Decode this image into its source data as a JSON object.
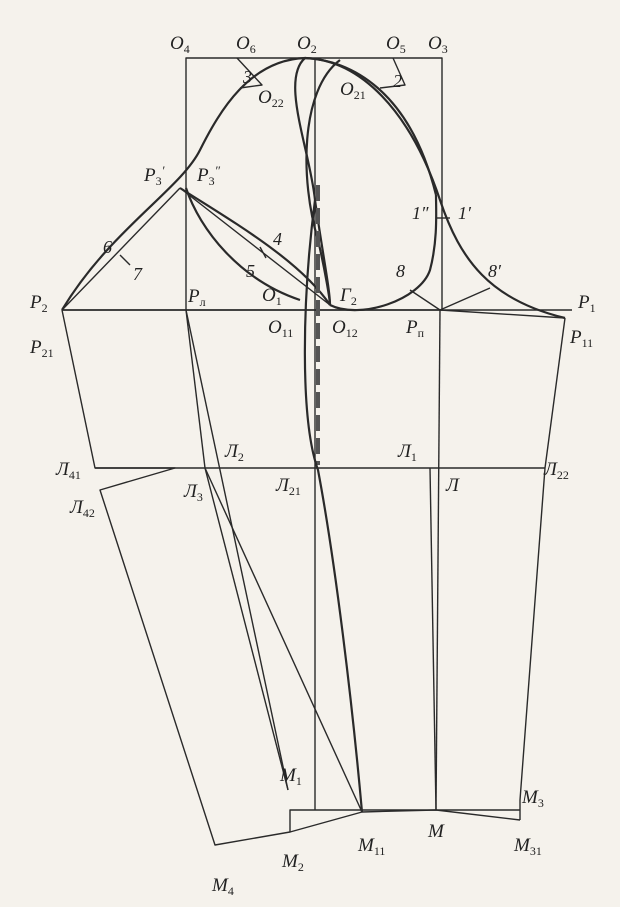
{
  "points": {
    "O4": {
      "base": "O",
      "sub": "4"
    },
    "O6": {
      "base": "O",
      "sub": "6"
    },
    "O2": {
      "base": "O",
      "sub": "2"
    },
    "O5": {
      "base": "O",
      "sub": "5"
    },
    "O3": {
      "base": "O",
      "sub": "3"
    },
    "O22": {
      "base": "O",
      "sub": "22"
    },
    "O21": {
      "base": "O",
      "sub": "21"
    },
    "P3p": {
      "base": "P",
      "sub": "3",
      "sup": "′"
    },
    "P3pp": {
      "base": "P",
      "sub": "3",
      "sup": "″"
    },
    "P2": {
      "base": "P",
      "sub": "2"
    },
    "Pl": {
      "base": "P",
      "sub": "л"
    },
    "O1": {
      "base": "O",
      "sub": "1"
    },
    "G2": {
      "base": "Г",
      "sub": "2"
    },
    "O11": {
      "base": "O",
      "sub": "11"
    },
    "O12": {
      "base": "O",
      "sub": "12"
    },
    "Pp": {
      "base": "P",
      "sub": "п"
    },
    "P1": {
      "base": "P",
      "sub": "1"
    },
    "P21": {
      "base": "P",
      "sub": "21"
    },
    "P11": {
      "base": "P",
      "sub": "11"
    },
    "L41": {
      "base": "Л",
      "sub": "41"
    },
    "L2": {
      "base": "Л",
      "sub": "2"
    },
    "L1": {
      "base": "Л",
      "sub": "1"
    },
    "L22": {
      "base": "Л",
      "sub": "22"
    },
    "L42": {
      "base": "Л",
      "sub": "42"
    },
    "L3": {
      "base": "Л",
      "sub": "3"
    },
    "L21": {
      "base": "Л",
      "sub": "21"
    },
    "L": {
      "base": "Л",
      "sub": ""
    },
    "M1": {
      "base": "M",
      "sub": "1"
    },
    "M3": {
      "base": "M",
      "sub": "3"
    },
    "M": {
      "base": "M",
      "sub": ""
    },
    "M2": {
      "base": "M",
      "sub": "2"
    },
    "M11": {
      "base": "M",
      "sub": "11"
    },
    "M31": {
      "base": "M",
      "sub": "31"
    },
    "M4": {
      "base": "M",
      "sub": "4"
    }
  },
  "marks": {
    "n3": "3",
    "n2": "2",
    "n1pp": "1″",
    "n1p": "1′",
    "n6": "6",
    "n7": "7",
    "n4": "4",
    "n5": "5",
    "n8": "8",
    "n8p": "8′"
  }
}
